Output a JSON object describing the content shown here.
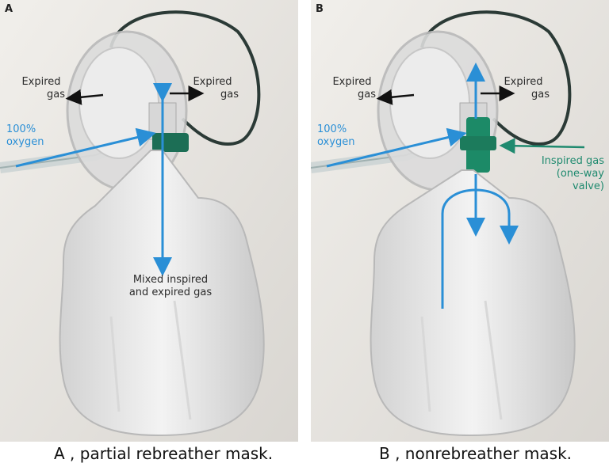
{
  "panels": {
    "a": {
      "letter": "A",
      "label_expired_left_1": "Expired",
      "label_expired_left_2": "gas",
      "label_expired_right_1": "Expired",
      "label_expired_right_2": "gas",
      "label_oxygen_1": "100%",
      "label_oxygen_2": "oxygen",
      "label_mixed_1": "Mixed inspired",
      "label_mixed_2": "and expired gas",
      "caption": "A , partial rebreather mask."
    },
    "b": {
      "letter": "B",
      "label_expired_left_1": "Expired",
      "label_expired_left_2": "gas",
      "label_expired_right_1": "Expired",
      "label_expired_right_2": "gas",
      "label_oxygen_1": "100%",
      "label_oxygen_2": "oxygen",
      "label_inspired_1": "Inspired gas",
      "label_inspired_2": "(one-way",
      "label_inspired_3": "valve)",
      "caption": "B , nonrebreather mask."
    }
  },
  "colors": {
    "arrow_blue": "#2a8fd6",
    "valve_green": "#1f8a6f",
    "text_dark": "#2c2c2c"
  }
}
